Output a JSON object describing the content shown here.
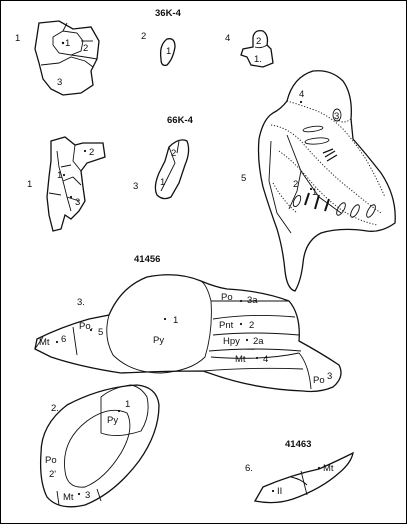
{
  "sample_labels": {
    "s1": "36K-4",
    "s2": "66K-4",
    "s3": "41456",
    "s4": "41463"
  },
  "top_left": {
    "num": "1",
    "l1": "1",
    "l2": "2",
    "l3": "3"
  },
  "top_mid": {
    "num": "2",
    "l1": "1"
  },
  "top_right": {
    "num": "4",
    "l2": "2",
    "l1": "1."
  },
  "mid_left": {
    "num": "1",
    "l2": "2",
    "l1": "1",
    "l3": "3"
  },
  "mid_center": {
    "num": "3",
    "l2": "2",
    "l1": "1"
  },
  "big_grain": {
    "num": "5",
    "l4": "4",
    "l3": "3",
    "l2": "2",
    "l1": "1"
  },
  "large_grain": {
    "num": "3.",
    "py_num": "1",
    "py": "Py",
    "po3a": "Po",
    "po3a_n": "3a",
    "pnt": "Pnt",
    "pnt_n": "2",
    "hpy": "Hpy",
    "hpy_n": "2a",
    "mt4": "Mt",
    "mt4_n": "4",
    "po3": "Po",
    "po3_n": "3",
    "po5": "Po.",
    "po5_n": "5",
    "mt6": "Mt",
    "mt6_n": "6"
  },
  "ring_grain": {
    "num": "2.",
    "py": "Py",
    "py_n": "1",
    "po": "Po",
    "po_n": "2'",
    "mt": "Mt",
    "mt_n": "3"
  },
  "needle_grain": {
    "num": "6.",
    "ii": "II",
    "mt": "Mt"
  }
}
